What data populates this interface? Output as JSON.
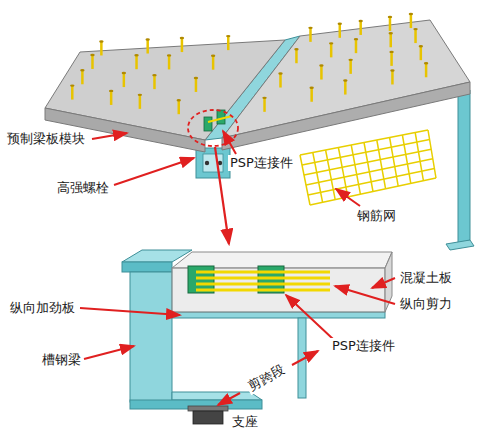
{
  "diagram": {
    "labels": [
      "预制梁板模块",
      "高强螺栓",
      "PSP连接件",
      "钢筋网",
      "混凝土板",
      "纵向剪力",
      "纵向加劲板",
      "槽钢梁",
      "PSP连接件",
      "剪跨段",
      "支座"
    ]
  }
}
